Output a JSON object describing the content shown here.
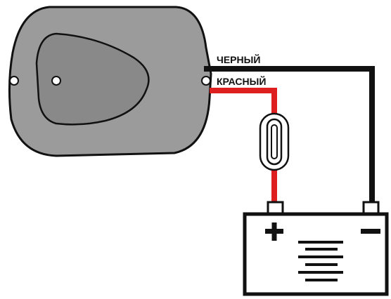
{
  "labels": {
    "black_wire": "ЧЕРНЫЙ",
    "red_wire": "КРАСНЫЙ"
  },
  "battery": {
    "positive_symbol": "+",
    "negative_symbol": "−"
  },
  "colors": {
    "housing": "#9b9b9b",
    "housing_inner": "#888888",
    "outline": "#111111",
    "black_wire": "#111111",
    "red_wire": "#dd1f1f",
    "background": "#ffffff"
  },
  "icons": {
    "device": "control-unit-housing",
    "fuse": "inline-fuse-icon",
    "battery": "battery-icon"
  }
}
